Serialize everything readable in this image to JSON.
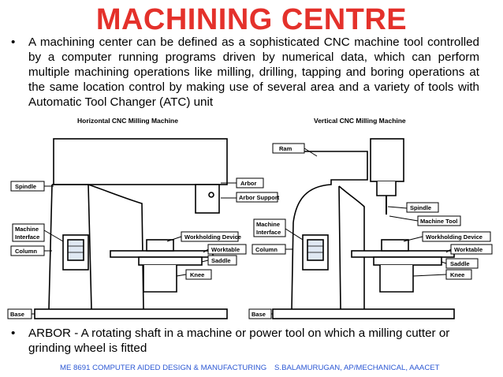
{
  "title": "MACHINING CENTRE",
  "bullets": {
    "definition": "A machining center can be defined as a sophisticated CNC machine tool controlled by a computer running programs driven by numerical data, which can perform multiple machining operations like milling, drilling, tapping and boring operations at the same location control by making use of several area and a variety of tools with Automatic Tool Changer (ATC) unit",
    "arbor": "ARBOR - A rotating shaft in a machine or power tool on which a milling cutter or grinding wheel is fitted",
    "marker": "•"
  },
  "diagrams": {
    "horizontal": {
      "title": "Horizontal CNC Milling Machine",
      "labels": {
        "spindle": "Spindle",
        "machine_interface_1": "Machine",
        "machine_interface_2": "Interface",
        "column": "Column",
        "base": "Base",
        "arbor": "Arbor",
        "arbor_support": "Arbor Support",
        "workholding_device": "Workholding Device",
        "worktable": "Worktable",
        "saddle": "Saddle",
        "knee": "Knee"
      }
    },
    "vertical": {
      "title": "Vertical CNC Milling Machine",
      "labels": {
        "ram": "Ram",
        "spindle": "Spindle",
        "machine_tool": "Machine Tool",
        "machine_interface_1": "Machine",
        "machine_interface_2": "Interface",
        "column": "Column",
        "base": "Base",
        "workholding_device": "Workholding Device",
        "worktable": "Worktable",
        "saddle": "Saddle",
        "knee": "Knee"
      }
    }
  },
  "footer": {
    "course": "ME 8691 COMPUTER AIDED DESIGN & MANUFACTURING",
    "author": "S.BALAMURUGAN, AP/MECHANICAL, AAACET"
  },
  "colors": {
    "title": "#e4312b",
    "footer": "#2b57d3"
  }
}
